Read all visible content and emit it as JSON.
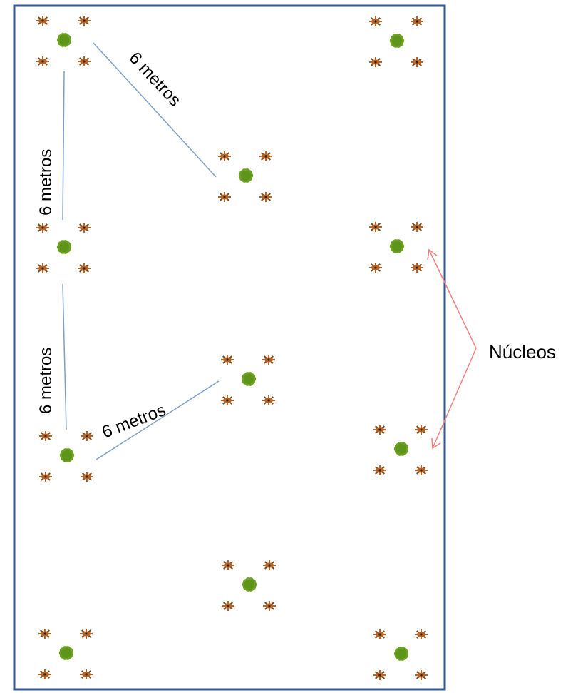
{
  "labels": {
    "distance_top_diagonal": "6 metros",
    "distance_top_vertical": "6 metros",
    "distance_lower_vertical": "6 metros",
    "distance_lower_diagonal": "6 metros",
    "nuclei": "Núcleos"
  },
  "colors": {
    "border": "#35588f",
    "measure_line": "#7f9fc7",
    "arrow": "#f08080",
    "center_plant": "#6aa121",
    "outer_plant": "#b5652a"
  },
  "nuclei_count": 11,
  "plants_per_nucleus": 5,
  "icons": {
    "center_plant": "green-shrub-icon",
    "outer_plant": "brown-star-plant-icon"
  }
}
